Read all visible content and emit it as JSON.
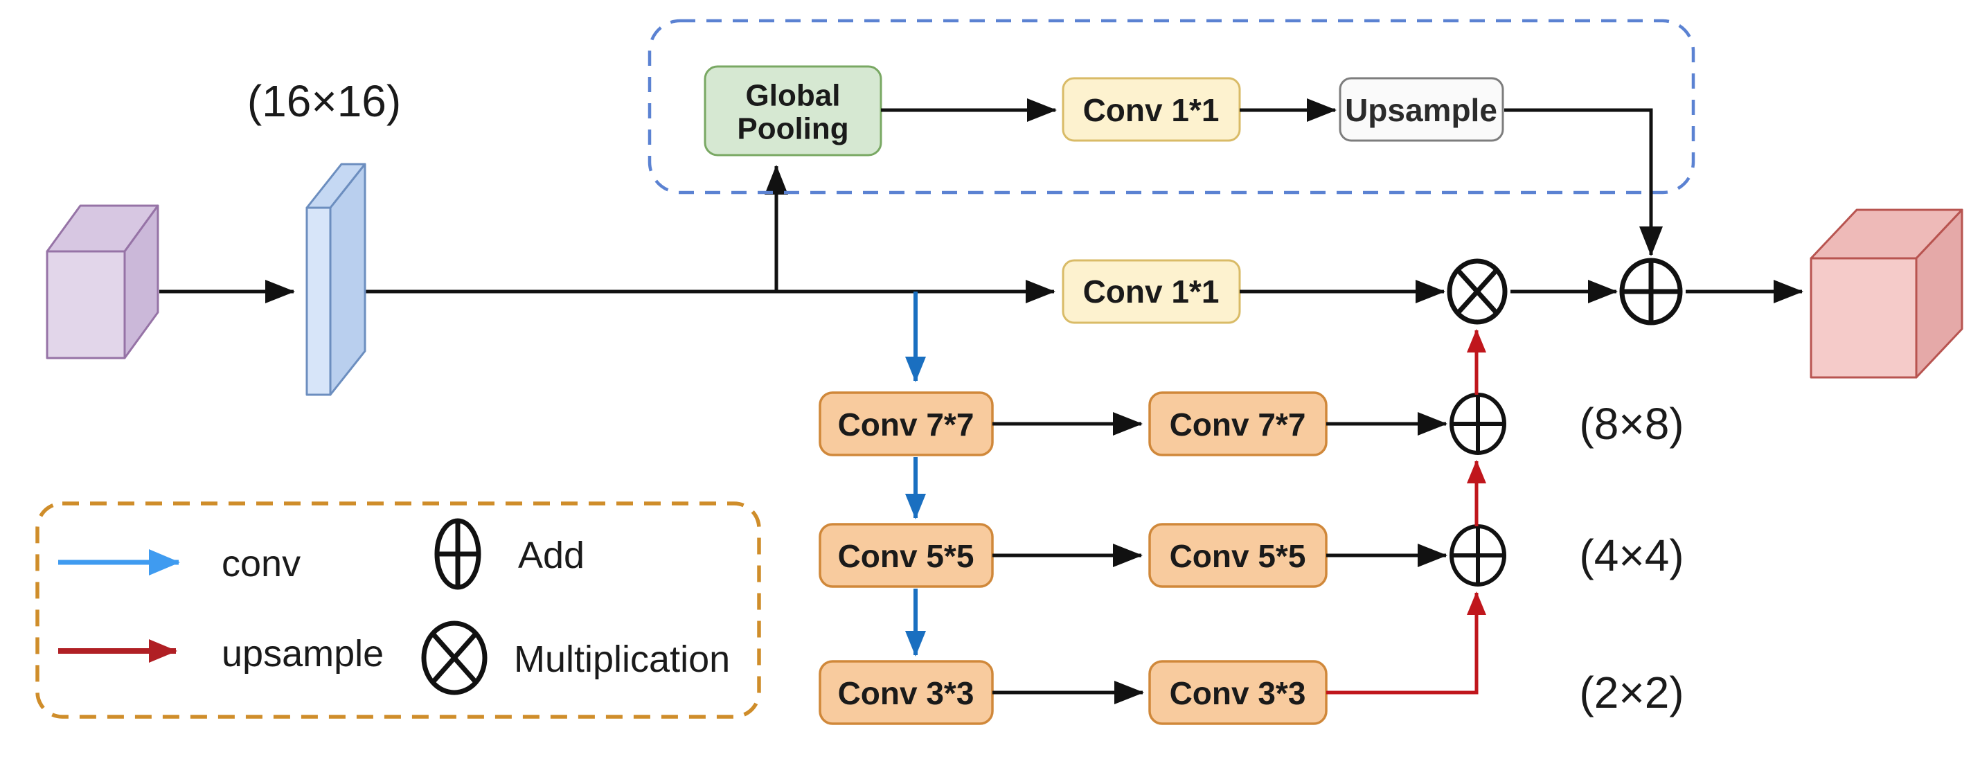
{
  "figure": {
    "input_size_label": "(16×16)",
    "top_branch": {
      "global_pooling_line1": "Global",
      "global_pooling_line2": "Pooling",
      "conv_label": "Conv 1*1",
      "upsample_label": "Upsample"
    },
    "main_branch": {
      "conv_label": "Conv 1*1"
    },
    "pyramid_rows": [
      {
        "conv_first": "Conv 7*7",
        "conv_second": "Conv 7*7",
        "size_label": "(8×8)"
      },
      {
        "conv_first": "Conv 5*5",
        "conv_second": "Conv 5*5",
        "size_label": "(4×4)"
      },
      {
        "conv_first": "Conv 3*3",
        "conv_second": "Conv 3*3",
        "size_label": "(2×2)"
      }
    ],
    "legend": {
      "conv_arrow_label": "conv",
      "upsample_arrow_label": "upsample",
      "add_label": "Add",
      "multiplication_label": "Multiplication"
    },
    "colors": {
      "conv_arrow_blue": "#1a6fc0",
      "legend_conv_blue": "#3f9bf0",
      "upsample_arrow_red": "#c0161c",
      "legend_upsample_red": "#b01f24",
      "attention_box_dash_blue": "#5b82d2",
      "legend_box_dash_orange": "#cf8d2a",
      "conv_box_orange_fill": "#f8cb9e",
      "conv_box_orange_stroke": "#d0883a",
      "conv1x1_yellow_fill": "#fdf2cf",
      "conv1x1_yellow_stroke": "#d9bb67",
      "global_pooling_green_fill": "#d6e8d2",
      "global_pooling_green_stroke": "#79a863",
      "upsample_gray_fill": "#fafafa",
      "upsample_gray_stroke": "#7d7d7d",
      "input_cube_purple_fill": "#e2d6ea",
      "input_cube_purple_stroke": "#9673a6",
      "feature_slab_blue_fill": "#d7e5f9",
      "feature_slab_blue_stroke": "#6c8ebf",
      "output_cube_red_fill": "#f5cbc9",
      "output_cube_red_stroke": "#b85450",
      "line_black": "#111111"
    }
  }
}
